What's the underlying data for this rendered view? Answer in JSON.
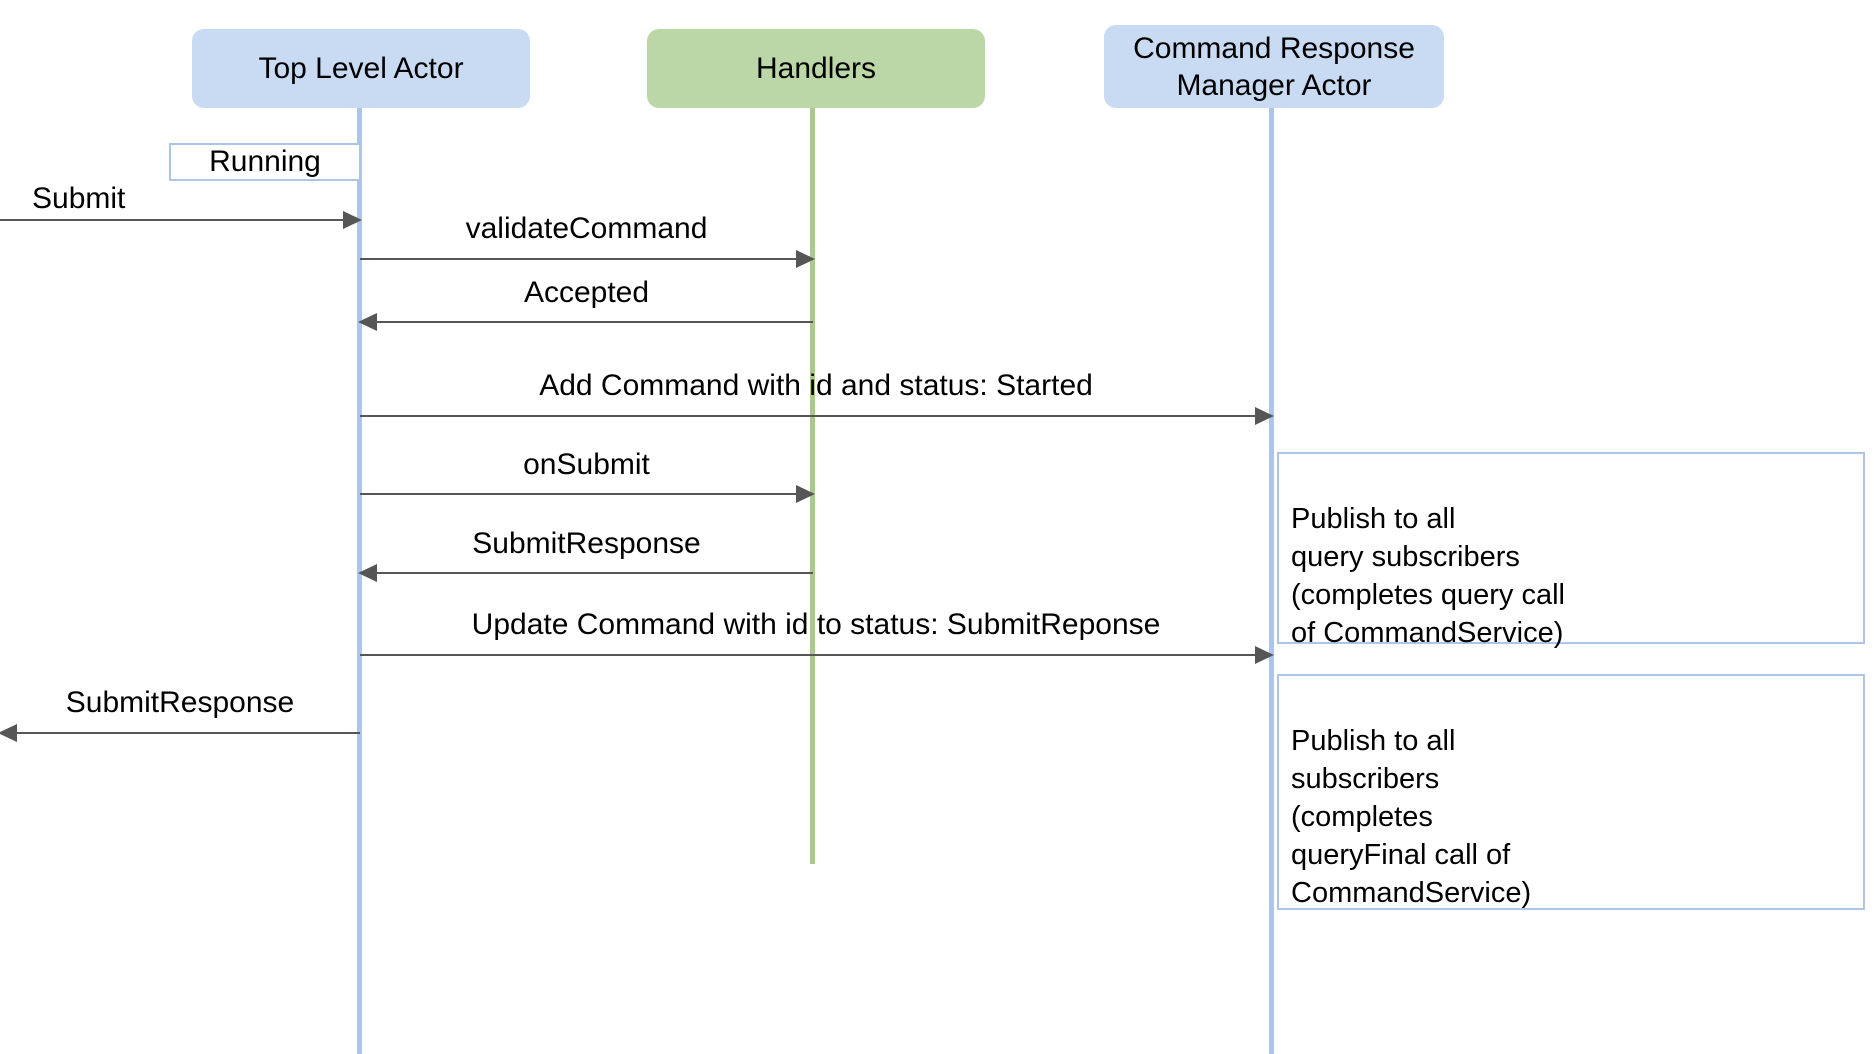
{
  "diagram": {
    "title": "Command submission sequence",
    "colors": {
      "actor_blue_fill": "#c9daf3",
      "actor_green_fill": "#bcd7a7",
      "lifeline_blue": "#adc6e8",
      "lifeline_green": "#aac98f",
      "arrow_stroke": "#565656",
      "note_border": "#adc6e8",
      "background": "#ffffff",
      "text": "#000000"
    }
  },
  "participants": [
    {
      "id": "top-level-actor",
      "label": "Top Level Actor",
      "kind": "blue"
    },
    {
      "id": "handlers",
      "label": "Handlers",
      "kind": "green"
    },
    {
      "id": "command-response-manager-actor",
      "label": "Command Response\nManager Actor",
      "kind": "blue"
    }
  ],
  "states": [
    {
      "id": "running",
      "label": "Running"
    }
  ],
  "messages": [
    {
      "id": "submit",
      "label": "Submit",
      "from": "external",
      "to": "top-level-actor",
      "direction": "right"
    },
    {
      "id": "validate-command",
      "label": "validateCommand",
      "from": "top-level-actor",
      "to": "handlers",
      "direction": "right"
    },
    {
      "id": "accepted",
      "label": "Accepted",
      "from": "handlers",
      "to": "top-level-actor",
      "direction": "left"
    },
    {
      "id": "add-command",
      "label": "Add Command with id and status: Started",
      "from": "top-level-actor",
      "to": "command-response-manager-actor",
      "direction": "right"
    },
    {
      "id": "on-submit",
      "label": "onSubmit",
      "from": "top-level-actor",
      "to": "handlers",
      "direction": "right"
    },
    {
      "id": "submit-response-handler",
      "label": "SubmitResponse",
      "from": "handlers",
      "to": "top-level-actor",
      "direction": "left"
    },
    {
      "id": "update-command",
      "label": "Update Command with id to status: SubmitReponse",
      "from": "top-level-actor",
      "to": "command-response-manager-actor",
      "direction": "right"
    },
    {
      "id": "submit-response-external",
      "label": "SubmitResponse",
      "from": "top-level-actor",
      "to": "external",
      "direction": "left"
    }
  ],
  "notes": [
    {
      "id": "publish-query-subscribers",
      "text": "Publish to all\nquery subscribers\n(completes query call\nof CommandService)"
    },
    {
      "id": "publish-all-subscribers",
      "text": "Publish to all\nsubscribers\n(completes\nqueryFinal call of\nCommandService)"
    }
  ]
}
